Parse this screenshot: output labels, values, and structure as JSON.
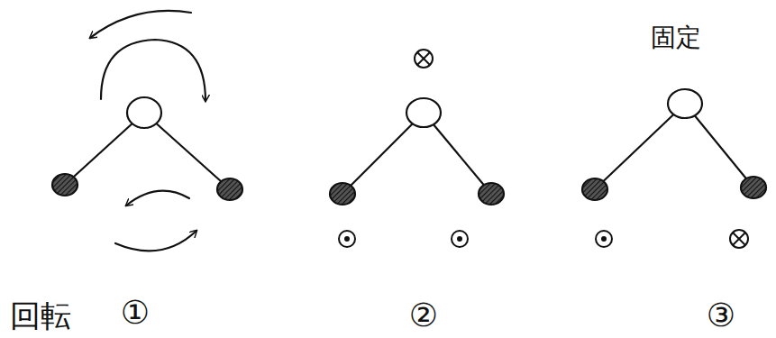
{
  "diagram": {
    "labels": [
      "回転",
      "①",
      "②",
      "③",
      "固定"
    ]
  }
}
